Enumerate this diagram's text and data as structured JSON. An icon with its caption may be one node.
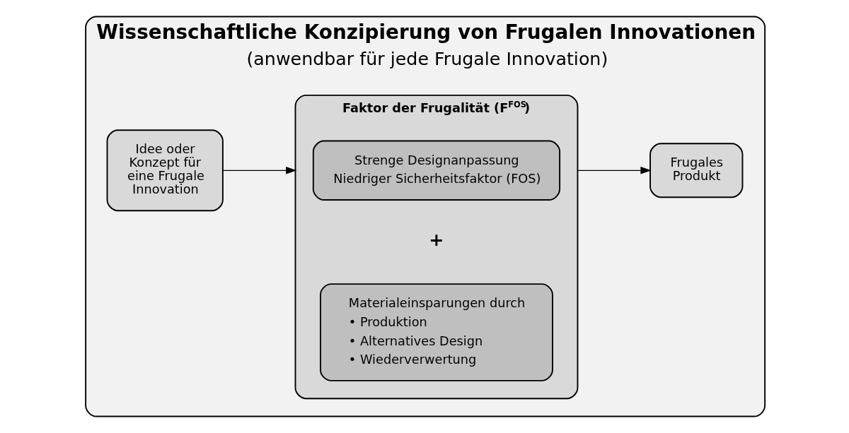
{
  "diagram": {
    "nodes": [
      {
        "text": [
          "Wissenschaftliche Konzipierung von Frugalen Innovationen",
          "(anwendbar für jede Frugale Innovation)"
        ]
      },
      {
        "text": [
          "Idee oder Konzept für eine Frugale Innovation"
        ],
        "in": 0
      },
      {
        "text": [
          "Faktor der Frugalität (F$^{FOS}$)"
        ],
        "in": 0
      },
      {
        "text": [
          "Strenge Designanpassung",
          "Niedriger Sicherheitsfaktor (FOS)"
        ],
        "in": 2
      },
      {
        "text": [
          "Materialeinsparungen durch",
          "• Produktion",
          "• Alternatives Design",
          "• Wiederverwertung"
        ],
        "in": 2
      },
      {
        "text": [
          "Frugales Produkt"
        ],
        "in": 0
      }
    ],
    "edges": [
      {
        "from": 1,
        "to": 2,
        "arrow": "to"
      },
      {
        "from": 2,
        "to": 5,
        "arrow": "to"
      }
    ],
    "labels": [
      "+"
    ]
  }
}
